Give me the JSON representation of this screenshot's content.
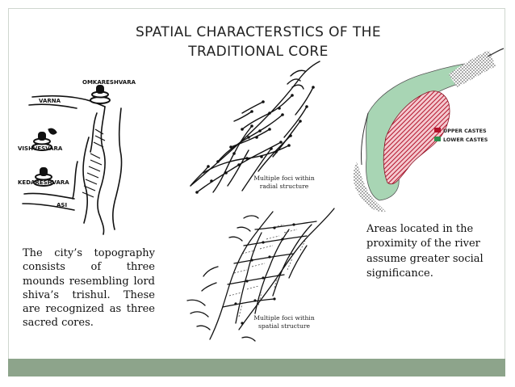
{
  "slide": {
    "title_line1": "SPATIAL CHARACTERSTICS OF THE",
    "title_line2": "TRADITIONAL CORE",
    "left_text": "The city’s topography consists of three mounds resembling lord shiva’s trishul. These are recognized as three sacred cores.",
    "right_text": "Areas located in the proximity of the river assume greater social significance.",
    "caption_top": "Multiple foci within radial structure",
    "caption_bottom": "Multiple foci within spatial structure"
  },
  "map_labels": {
    "omkareshvara": "OMKARESHVARA",
    "varna": "VARNA",
    "vishvesvara": "VISHVESVARA",
    "kedareshvara": "KEDARESHVARA",
    "asi": "ASI"
  },
  "legend": {
    "upper": "UPPER CASTES",
    "lower": "LOWER CASTES",
    "upper_color": "#b3122a",
    "lower_color": "#2f8f4e"
  },
  "colors": {
    "footer": "#8da48b",
    "frame": "#cfd6cf",
    "lower_area": "#a8d5b4"
  }
}
